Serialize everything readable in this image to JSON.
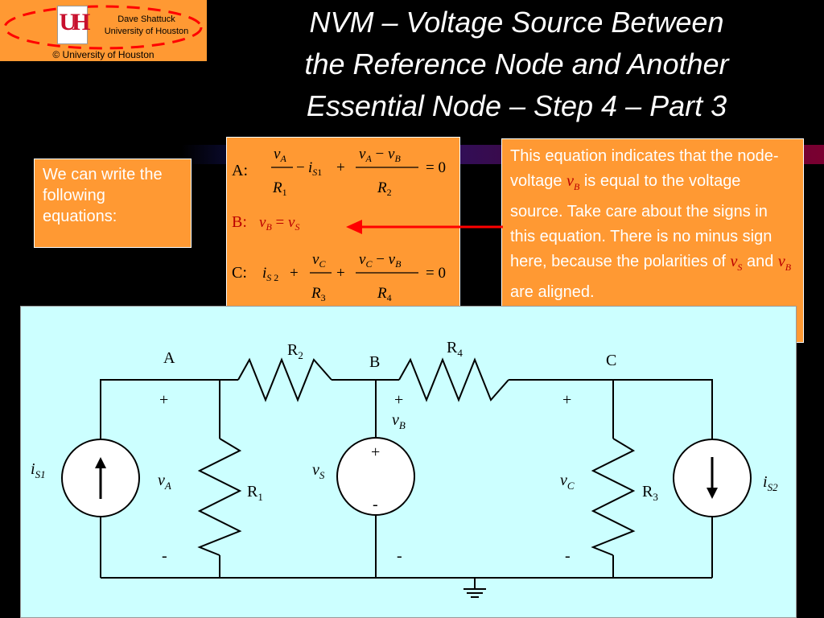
{
  "logo": {
    "emblem": "UH",
    "name_line1": "Dave Shattuck",
    "name_line2": "University of Houston",
    "copyright": "© University of Houston"
  },
  "title": {
    "line1": "NVM – Voltage Source Between",
    "line2": "the Reference Node and Another",
    "line3": "Essential Node – Step 4 – Part 3"
  },
  "left_note": "We can write the following equations:",
  "equations": {
    "a_label": "A:",
    "b_label": "B:",
    "c_label": "C:"
  },
  "note": {
    "part1": "This equation indicates that the node-voltage ",
    "var1": "v",
    "var1_sub": "B",
    "part2": " is equal to the voltage source.  Take care about the signs in this equation.  There is no minus sign here, because the polarities of ",
    "var2": "v",
    "var2_sub": "S",
    "part3": " and ",
    "var3": "v",
    "var3_sub": "B",
    "part4": " are aligned."
  },
  "circuit": {
    "node_a": "A",
    "node_b": "B",
    "node_c": "C",
    "r1": "R",
    "r1_sub": "1",
    "r2": "R",
    "r2_sub": "2",
    "r3": "R",
    "r3_sub": "3",
    "r4": "R",
    "r4_sub": "4",
    "is1": "i",
    "is1_sub": "S1",
    "is2": "i",
    "is2_sub": "S2",
    "va": "v",
    "va_sub": "A",
    "vb": "v",
    "vb_sub": "B",
    "vc": "v",
    "vc_sub": "C",
    "vs": "v",
    "vs_sub": "S",
    "plus": "+",
    "minus": "-"
  },
  "colors": {
    "orange": "#ff9933",
    "circuit_bg": "#ccffff",
    "arrow": "#ff0000",
    "highlight": "#bb0000"
  }
}
